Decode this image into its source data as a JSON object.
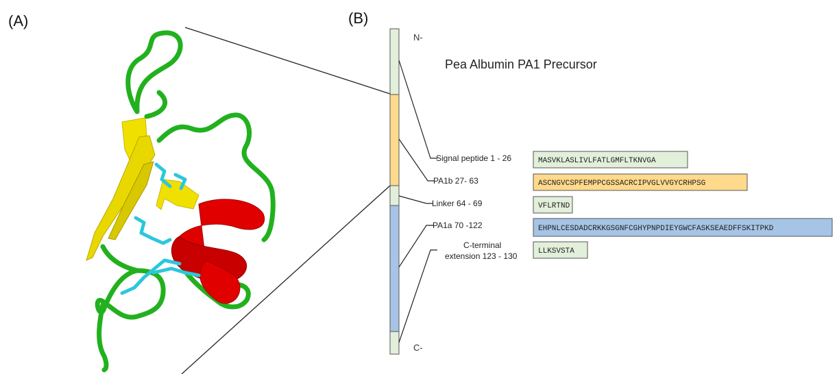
{
  "panels": {
    "a_label": "(A)",
    "b_label": "(B)"
  },
  "precursor": {
    "title": "Pea Albumin PA1 Precursor",
    "n_term": "N-",
    "c_term": "C-"
  },
  "segments": [
    {
      "label": "Signal peptide 1 - 26",
      "label2": "",
      "sequence": "MASVKLASLIVLFATLGMFLTKNVGA",
      "color": "#e2efda"
    },
    {
      "label": "PA1b 27- 63",
      "label2": "",
      "sequence": "ASCNGVCSPFEMPPCGSSACRCIPVGLVVGYCRHPSG",
      "color": "#ffd98c"
    },
    {
      "label": "Linker 64 - 69",
      "label2": "",
      "sequence": "VFLRTND",
      "color": "#e2efda"
    },
    {
      "label": "PA1a 70 -122",
      "label2": "",
      "sequence": "EHPNLCESDADCRKKGSGNFCGHYPNPDIEYGWCFASKSEAEDFFSKITPKD",
      "color": "#a6c4e6"
    },
    {
      "label": "C-terminal",
      "label2": "extension 123 - 130",
      "sequence": "LLKSVSTA",
      "color": "#e2efda"
    }
  ],
  "colors": {
    "strand": "#f0e000",
    "helix": "#e00000",
    "loop": "#22b11e",
    "disulfide": "#2bc7dc"
  }
}
